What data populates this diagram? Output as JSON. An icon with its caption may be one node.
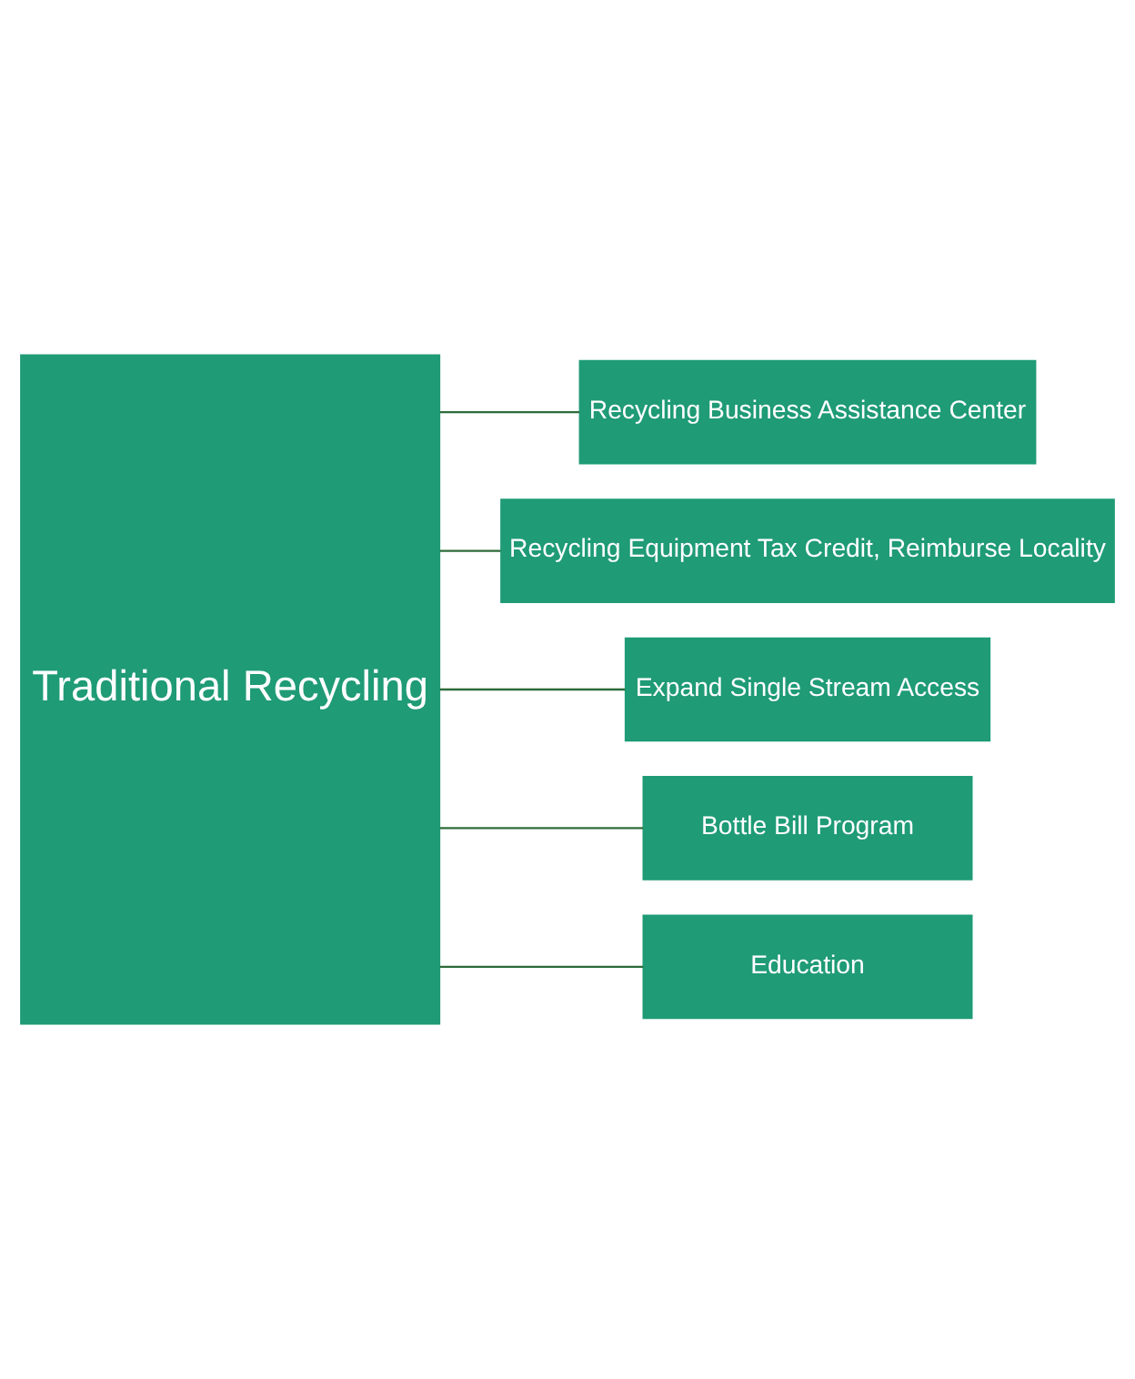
{
  "diagram": {
    "nodes": [
      {
        "text": [
          "Traditional Recycling"
        ]
      },
      {
        "text": [
          "Recycling Business Assistance Center"
        ]
      },
      {
        "text": [
          "Recycling Equipment Tax Credit, Reimburse Locality"
        ]
      },
      {
        "text": [
          "Expand Single Stream Access"
        ]
      },
      {
        "text": [
          "Bottle Bill Program"
        ]
      },
      {
        "text": [
          "Education"
        ]
      }
    ],
    "edges": [
      {
        "from": 0,
        "to": 1,
        "arrow": "none"
      },
      {
        "from": 0,
        "to": 2,
        "arrow": "none"
      },
      {
        "from": 0,
        "to": 3,
        "arrow": "none"
      },
      {
        "from": 0,
        "to": 4,
        "arrow": "none"
      },
      {
        "from": 0,
        "to": 5,
        "arrow": "none"
      }
    ]
  }
}
